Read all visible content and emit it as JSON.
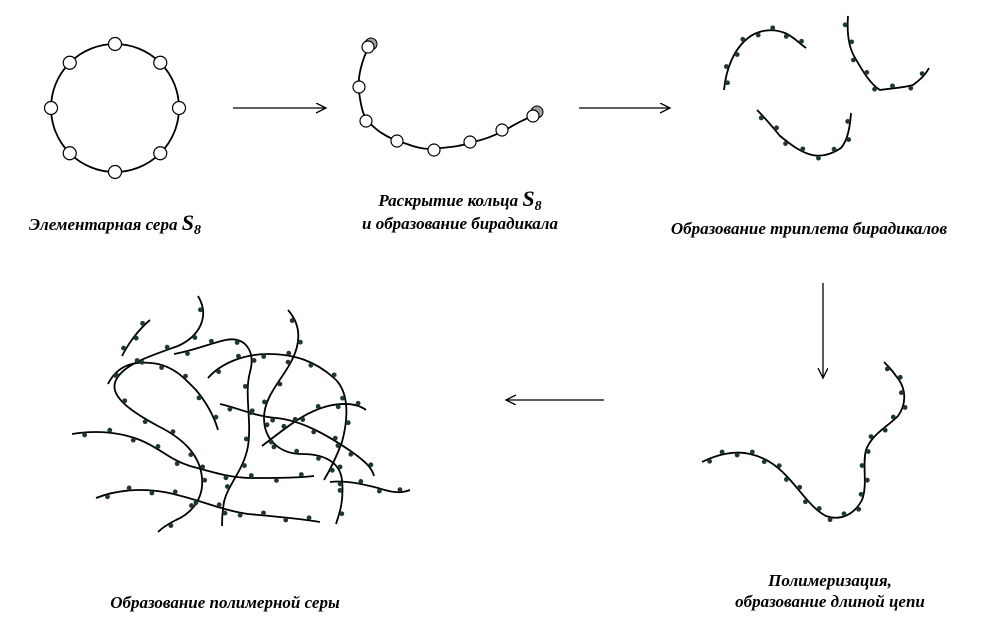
{
  "steps": {
    "elemental": {
      "label": "Элементарная сера ",
      "symbol": "S",
      "subscript": "8"
    },
    "opening": {
      "line1": "Раскрытие кольца ",
      "symbol": "S",
      "subscript": "8",
      "line2": "и образование бирадикала"
    },
    "triplet": {
      "label": "Образование триплета бирадикалов"
    },
    "polymerization": {
      "line1": "Полимеризация,",
      "line2": "образование длиной цепи"
    },
    "polymer": {
      "label": "Образование полимерной серы"
    }
  },
  "colors": {
    "line": "#000000",
    "atom_dot": "#1f3a2c",
    "atom_open_fill": "#ffffff",
    "atom_radical_fill": "#a0a0a0"
  }
}
